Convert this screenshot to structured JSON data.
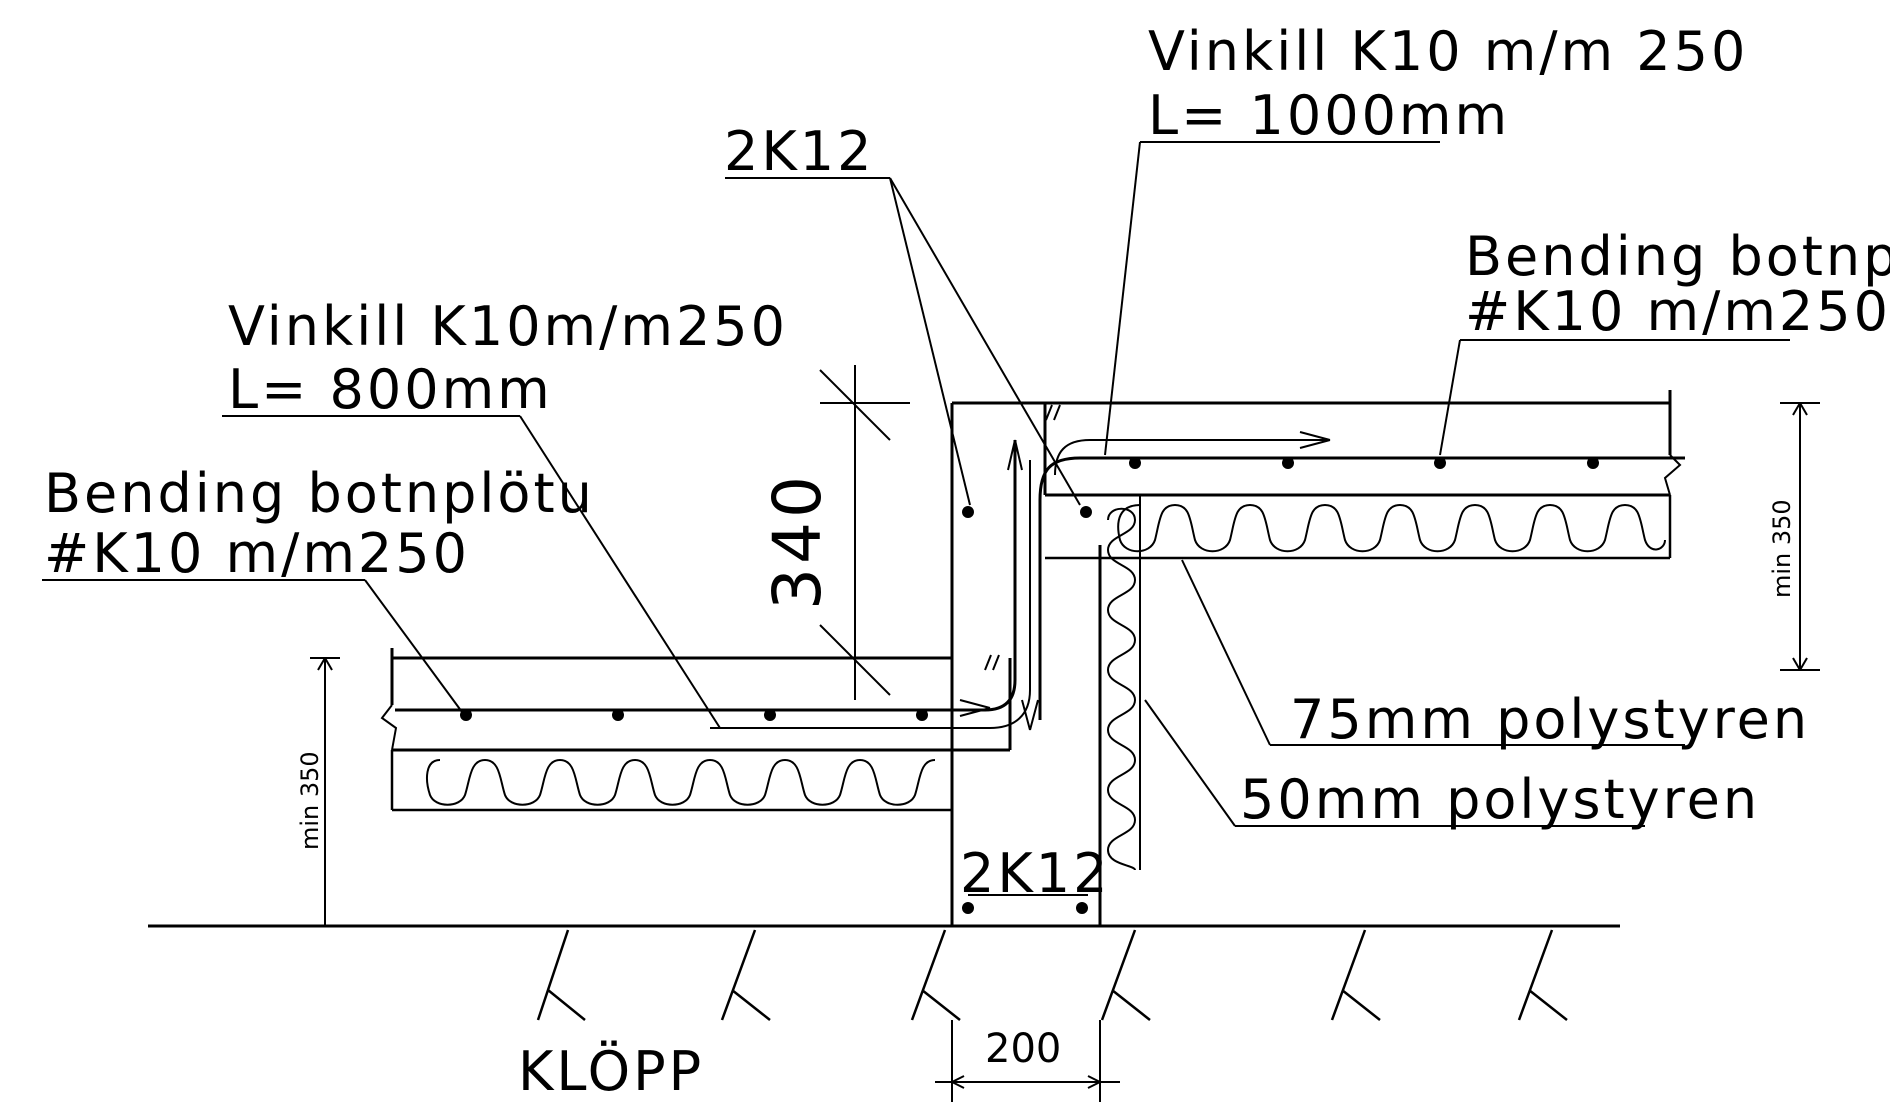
{
  "labels": {
    "vinkill_top_line1": "Vinkill K10 m/m 250",
    "vinkill_top_line2": "L= 1000mm",
    "twoK12_top": "2K12",
    "bending_right_line1": "Bending botnplötu",
    "bending_right_line2": "#K10 m/m250",
    "vinkill_left_line1": "Vinkill K10m/m250",
    "vinkill_left_line2": "L= 800mm",
    "bending_left_line1": "Bending botnplötu",
    "bending_left_line2": "#K10 m/m250",
    "polystyren_75": "75mm polystyren",
    "polystyren_50": "50mm polystyren",
    "twoK12_bottom": "2K12",
    "klopp": "KLÖPP"
  },
  "dimensions": {
    "step_height": "340",
    "min_left": "min 350",
    "min_right": "min 350",
    "wall_width": "200"
  }
}
